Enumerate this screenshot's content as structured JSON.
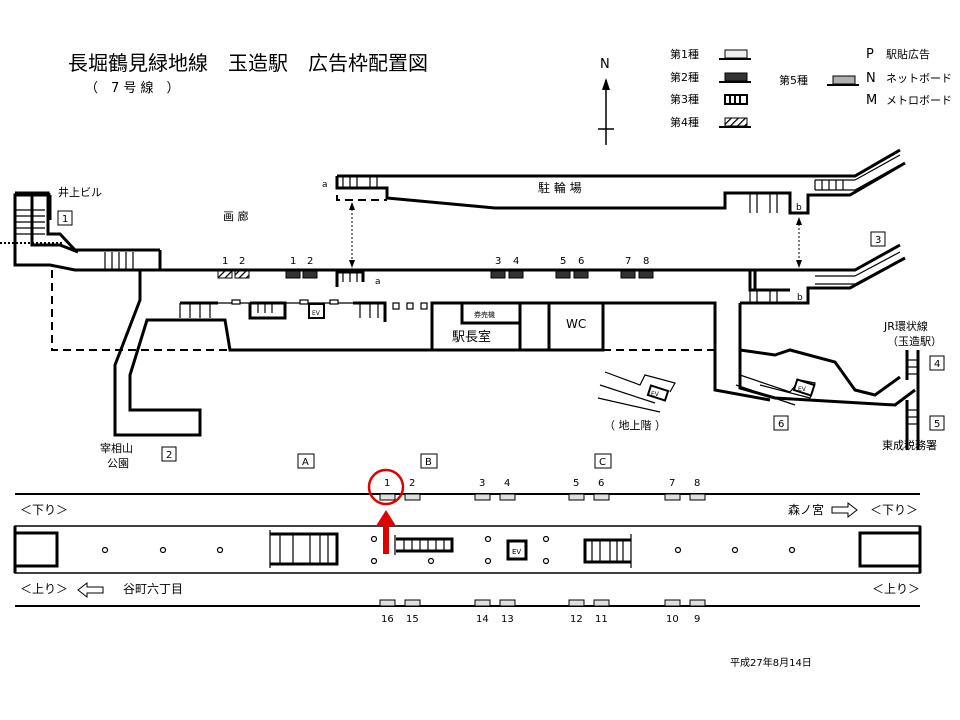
{
  "title": "長堀鶴見緑地線　玉造駅　広告枠配置図",
  "subtitle": "（　7 号 線　）",
  "legend": {
    "types": [
      {
        "label": "第1種",
        "fill": "#e8e8e8"
      },
      {
        "label": "第2種",
        "fill": "#333333"
      },
      {
        "label": "第3種",
        "fill": "striped"
      },
      {
        "label": "第4種",
        "fill": "hatched"
      },
      {
        "label": "第5種",
        "fill": "#b0b0b0"
      }
    ],
    "codes": [
      {
        "code": "P",
        "label": "駅貼広告"
      },
      {
        "code": "N",
        "label": "ネットボード"
      },
      {
        "code": "M",
        "label": "メトロボード"
      }
    ]
  },
  "north": "N",
  "concourse": {
    "labels": {
      "inoue": "井上ビル",
      "garo": "画 廊",
      "bicycle": "駐 輪 場",
      "ticket": "券売機",
      "master": "駅長室",
      "wc": "WC",
      "ev": "EV",
      "ground": "（ 地上階 ）",
      "jr1": "JR環状線",
      "jr2": "（玉造駅）",
      "tax": "東成税務署",
      "park1": "宰相山",
      "park2": "公園",
      "a": "a",
      "b": "b"
    },
    "ads_type4": [
      "1",
      "2"
    ],
    "ads_type2": [
      "1",
      "2",
      "3",
      "4",
      "5",
      "6",
      "7",
      "8"
    ],
    "exits": [
      "1",
      "2",
      "3",
      "4",
      "5",
      "6"
    ],
    "gates": [
      "A",
      "B",
      "C"
    ]
  },
  "platform": {
    "top_ads": [
      "1",
      "2",
      "3",
      "4",
      "5",
      "6",
      "7",
      "8"
    ],
    "bottom_ads": [
      "16",
      "15",
      "14",
      "13",
      "12",
      "11",
      "10",
      "9"
    ],
    "down": "＜下り＞",
    "up": "＜上り＞",
    "to_morinomiya": "森ノ宮",
    "to_tanimachi": "谷町六丁目",
    "ev": "EV",
    "highlight_color": "#e00000"
  },
  "date": "平成27年8月14日"
}
